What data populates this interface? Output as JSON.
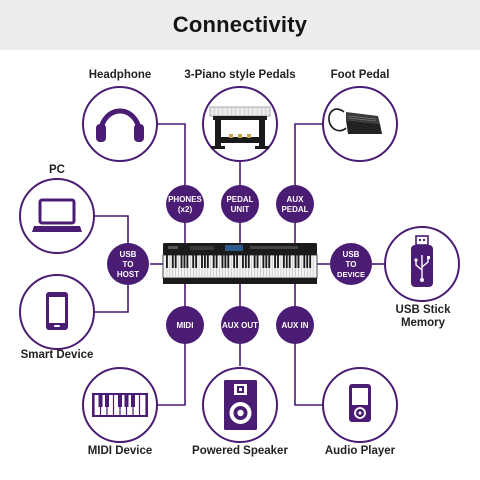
{
  "header": {
    "title": "Connectivity"
  },
  "colors": {
    "accent": "#4a1c73",
    "text": "#222222",
    "header_bg": "#ececec"
  },
  "devices": {
    "headphone": {
      "label": "Headphone",
      "icon": "headphones-icon"
    },
    "pedals": {
      "label": "3-Piano style Pedals",
      "icon": "pedal-unit-icon"
    },
    "foot_pedal": {
      "label": "Foot Pedal",
      "icon": "foot-pedal-icon"
    },
    "pc": {
      "label": "PC",
      "icon": "laptop-icon"
    },
    "smart_device": {
      "label": "Smart Device",
      "icon": "smartphone-icon"
    },
    "usb_stick": {
      "label": "USB Stick Memory",
      "icon": "usb-stick-icon"
    },
    "midi_device": {
      "label": "MIDI Device",
      "icon": "midi-keyboard-icon"
    },
    "powered_speaker": {
      "label": "Powered Speaker",
      "icon": "speaker-icon"
    },
    "audio_player": {
      "label": "Audio Player",
      "icon": "audio-player-icon"
    }
  },
  "ports": {
    "phones": {
      "line1": "PHONES",
      "line2": "(x2)"
    },
    "pedal_unit": {
      "line1": "PEDAL",
      "line2": "UNIT"
    },
    "aux_pedal": {
      "line1": "AUX",
      "line2": "PEDAL"
    },
    "usb_to_host": {
      "line1": "USB",
      "line2": "TO",
      "line3": "HOST"
    },
    "usb_to_device": {
      "line1": "USB",
      "line2": "TO",
      "line3": "DEVICE"
    },
    "midi": {
      "line1": "MIDI"
    },
    "aux_out": {
      "line1": "AUX OUT"
    },
    "aux_in": {
      "line1": "AUX IN"
    }
  }
}
